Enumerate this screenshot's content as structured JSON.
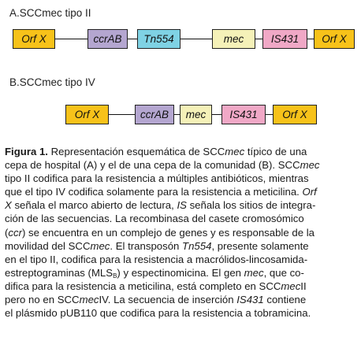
{
  "panel_a": {
    "title": "A.SCCmec tipo II",
    "genes": [
      {
        "id": "orfx-left",
        "label": "Orf X",
        "color": "#f7c21a"
      },
      {
        "id": "ccrab",
        "label": "ccrAB",
        "color": "#b4a6d0"
      },
      {
        "id": "tn554",
        "label": "Tn554",
        "color": "#7fd2e4"
      },
      {
        "id": "mec",
        "label": "mec",
        "color": "#f5f1b8"
      },
      {
        "id": "is431",
        "label": "IS431",
        "color": "#f0a8c6"
      },
      {
        "id": "orfx-right",
        "label": "Orf X",
        "color": "#f7c21a"
      }
    ]
  },
  "panel_b": {
    "title": "B.SCCmec tipo IV",
    "genes": [
      {
        "id": "orfx-left",
        "label": "Orf X",
        "color": "#f7c21a"
      },
      {
        "id": "ccrab",
        "label": "ccrAB",
        "color": "#b4a6d0"
      },
      {
        "id": "mec",
        "label": "mec",
        "color": "#f5f1b8"
      },
      {
        "id": "is431",
        "label": "IS431",
        "color": "#f0a8c6"
      },
      {
        "id": "orfx-right",
        "label": "Orf X",
        "color": "#f7c21a"
      }
    ]
  },
  "caption": {
    "lines": [
      [
        {
          "t": "Figura 1.",
          "s": "b"
        },
        {
          "t": " Representación esquemática de SCC"
        },
        {
          "t": "mec",
          "s": "i"
        },
        {
          "t": " típico de una"
        }
      ],
      [
        {
          "t": "cepa de hospital (A) y el de una cepa de la comunidad (B). SCC"
        },
        {
          "t": "mec",
          "s": "i"
        }
      ],
      [
        {
          "t": "tipo II codifica para la resistencia a múltiples antibióticos, mientras"
        }
      ],
      [
        {
          "t": "que el tipo IV codifica solamente para la resistencia a meticilina. "
        },
        {
          "t": "Orf",
          "s": "i"
        }
      ],
      [
        {
          "t": "X",
          "s": "i"
        },
        {
          "t": " señala el marco abierto de lectura, "
        },
        {
          "t": "IS",
          "s": "i"
        },
        {
          "t": " señala los sitios de integra-"
        }
      ],
      [
        {
          "t": "ción de las secuencias. La recombinasa del casete cromosómico"
        }
      ],
      [
        {
          "t": "("
        },
        {
          "t": "ccr",
          "s": "i"
        },
        {
          "t": ") se encuentra en un complejo de genes y es responsable de la"
        }
      ],
      [
        {
          "t": "movilidad del SCC"
        },
        {
          "t": "mec",
          "s": "i"
        },
        {
          "t": ". El transposón "
        },
        {
          "t": "Tn554",
          "s": "i"
        },
        {
          "t": ", presente solamente"
        }
      ],
      [
        {
          "t": "en el tipo II, codifica para la resistencia a macrólidos-lincosamida-"
        }
      ],
      [
        {
          "t": "estreptograminas (MLS"
        },
        {
          "t": "B",
          "s": "sub"
        },
        {
          "t": ") y espectinomicina. El gen "
        },
        {
          "t": "mec",
          "s": "i"
        },
        {
          "t": ", que co-"
        }
      ],
      [
        {
          "t": "difica para la resistencia a meticilina, está completo en SCC"
        },
        {
          "t": "mec",
          "s": "i"
        },
        {
          "t": "II"
        }
      ],
      [
        {
          "t": "pero no en SCC"
        },
        {
          "t": "mec",
          "s": "i"
        },
        {
          "t": "IV. La secuencia de inserción "
        },
        {
          "t": "IS431",
          "s": "i"
        },
        {
          "t": " contiene"
        }
      ],
      [
        {
          "t": "el plásmido pUB110 que codifica para la resistencia a tobramicina."
        }
      ]
    ]
  }
}
